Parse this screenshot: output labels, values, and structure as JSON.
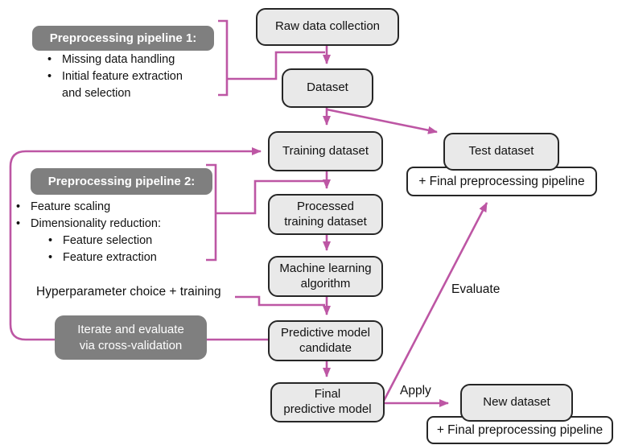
{
  "palette": {
    "accent_pink": "#bd56a4",
    "node_fill": "#e9e9e9",
    "node_border": "#262626",
    "label_bg": "#7f7f7f",
    "label_text": "#ffffff"
  },
  "nodes": {
    "raw": {
      "label": "Raw data collection"
    },
    "dataset": {
      "label": "Dataset"
    },
    "training": {
      "label": "Training dataset"
    },
    "test": {
      "label": "Test dataset"
    },
    "test_pipeline": {
      "label": "+ Final preprocessing pipeline"
    },
    "processed": {
      "label": "Processed\ntraining dataset"
    },
    "ml": {
      "label": "Machine learning\nalgorithm"
    },
    "candidate": {
      "label": "Predictive model\ncandidate"
    },
    "final": {
      "label": "Final\npredictive model"
    },
    "new_dataset": {
      "label": "New dataset"
    },
    "new_pipeline": {
      "label": "+ Final preprocessing pipeline"
    }
  },
  "pipeline1": {
    "title": "Preprocessing pipeline 1:",
    "items": [
      "Missing data handling",
      "Initial feature extraction",
      "and selection"
    ]
  },
  "pipeline2": {
    "title": "Preprocessing pipeline 2:",
    "items": [
      "Feature scaling",
      "Dimensionality reduction:"
    ],
    "subitems": [
      "Feature selection",
      "Feature extraction"
    ]
  },
  "iterate": {
    "line1": "Iterate and evaluate",
    "line2": "via cross-validation"
  },
  "annotations": {
    "hyperparameter": "Hyperparameter choice + training",
    "evaluate": "Evaluate",
    "apply": "Apply"
  }
}
